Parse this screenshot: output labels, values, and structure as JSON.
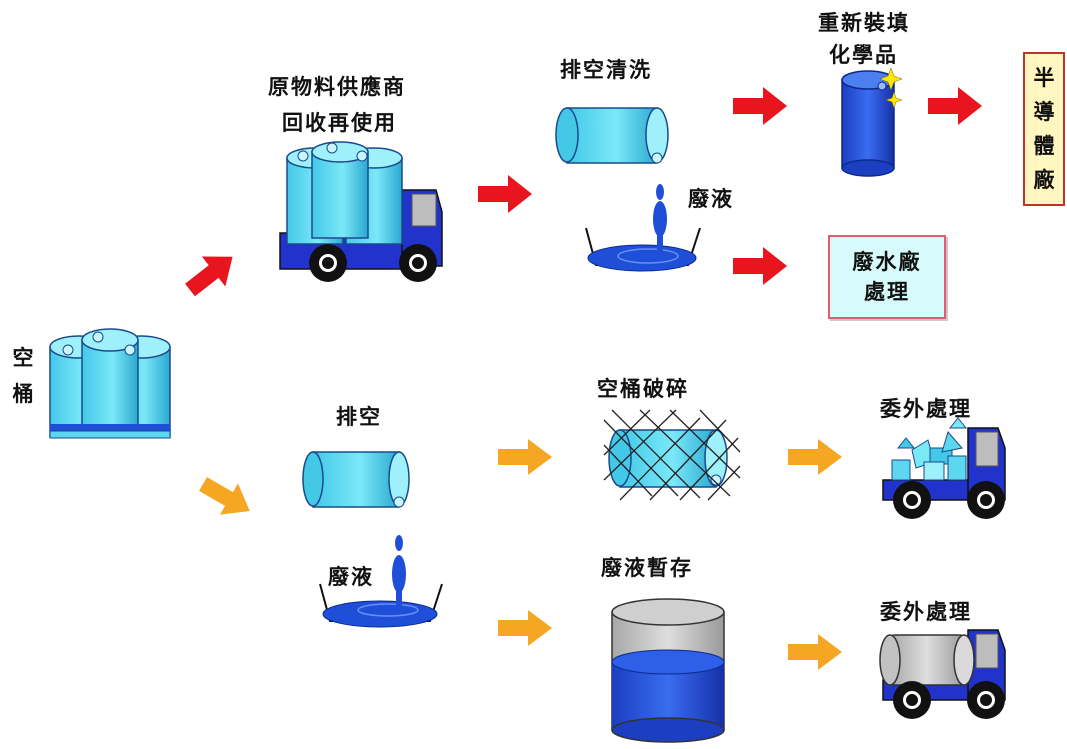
{
  "labels": {
    "empty_drums": "空桶",
    "supplier_line1": "原物料供應商",
    "supplier_line2": "回收再使用",
    "drain_clean": "排空清洗",
    "refill_line1": "重新裝填",
    "refill_line2": "化學品",
    "semiconductor_fab": "半導體廠",
    "waste_liquid_top": "廢液",
    "wastewater_line1": "廢水廠",
    "wastewater_line2": "處理",
    "drain": "排空",
    "drum_crush": "空桶破碎",
    "outsourced_top": "委外處理",
    "waste_liquid_bottom": "廢液",
    "waste_storage": "廢液暫存",
    "outsourced_bottom": "委外處理"
  },
  "colors": {
    "recycle_arrow": "#e8141e",
    "dispose_arrow": "#f5a623",
    "drum_cyan": "#5bd8f0",
    "drum_blue": "#1f4fd8",
    "truck_blue": "#2233cc",
    "fab_box_bg": "#fff6c0",
    "fab_box_border": "#c4302b",
    "ww_box_bg": "#d6fbfa",
    "ww_box_border": "#e35b6c"
  }
}
